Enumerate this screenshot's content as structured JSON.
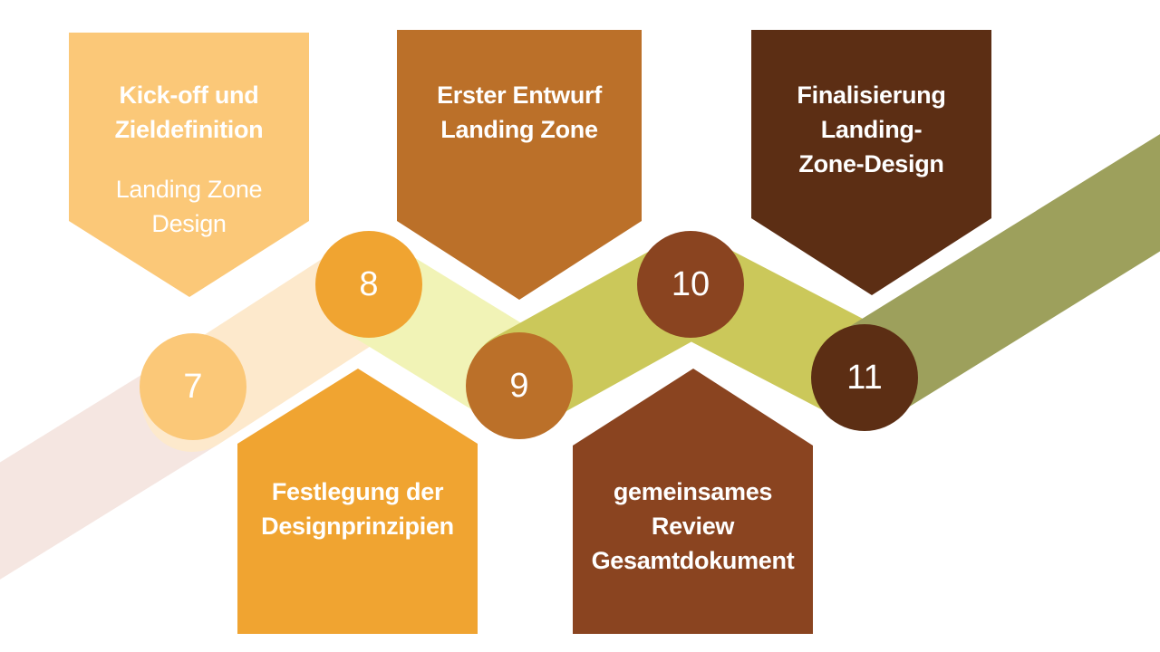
{
  "colors": {
    "band": [
      "#F5E6E1",
      "#FDE9CC",
      "#F1F3B6",
      "#CBC85A",
      "#CBC85A",
      "#9DA05C"
    ],
    "step7": "#FBC878",
    "step8": "#F0A431",
    "step9": "#BB7029",
    "step10": "#8A4420",
    "step11": "#5C2E14"
  },
  "steps": [
    {
      "number": "7",
      "title_lines": [
        "Kick-off und",
        "Zieldefinition"
      ],
      "subtitle_lines": [
        "Landing Zone",
        "Design"
      ]
    },
    {
      "number": "8",
      "title_lines": [
        "Festlegung der",
        "Designprinzipien"
      ]
    },
    {
      "number": "9",
      "title_lines": [
        "Erster Entwurf",
        "Landing Zone"
      ]
    },
    {
      "number": "10",
      "title_lines": [
        "gemeinsames",
        "Review",
        "Gesamtdokument"
      ]
    },
    {
      "number": "11",
      "title_lines": [
        "Finalisierung",
        "Landing-",
        "Zone-Design"
      ]
    }
  ]
}
